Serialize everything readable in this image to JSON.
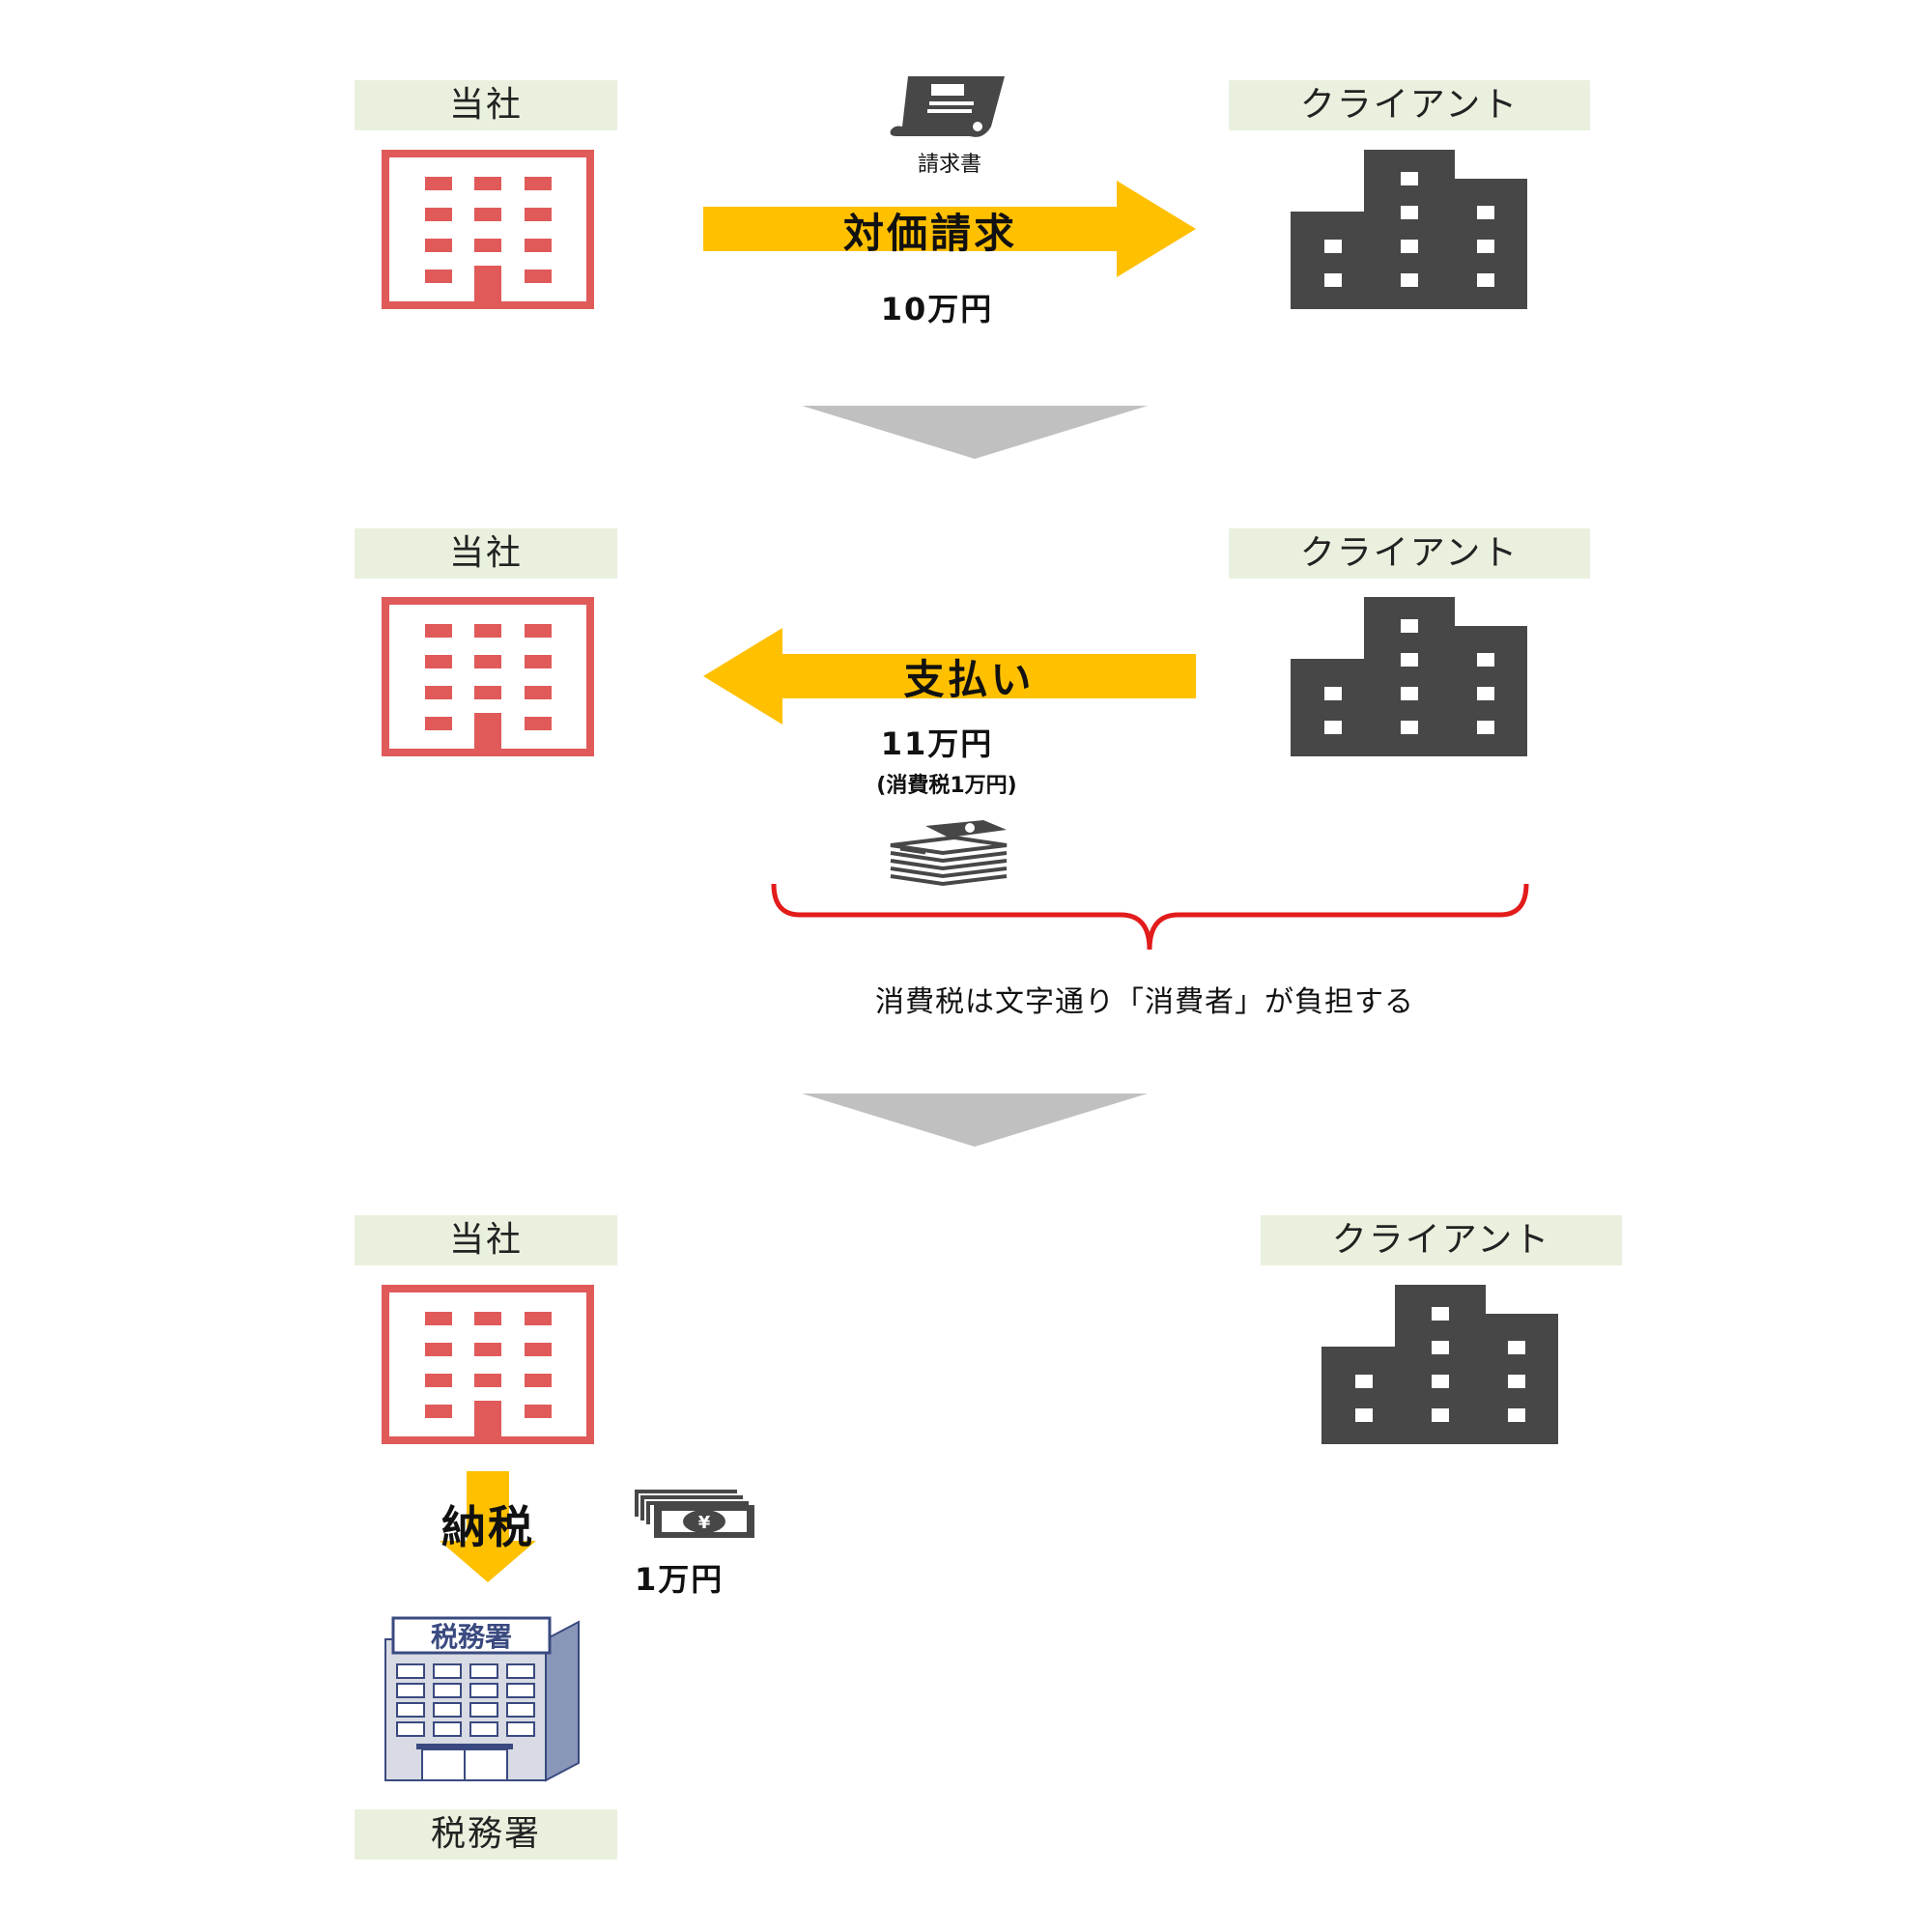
{
  "stage1": {
    "company_label": "当社",
    "client_label": "クライアント",
    "doc_caption": "請求書",
    "arrow_label": "対価請求",
    "amount": "10万円"
  },
  "stage2": {
    "company_label": "当社",
    "client_label": "クライアント",
    "arrow_label": "支払い",
    "amount": "11万円",
    "tax_note": "(消費税1万円)",
    "brace_note": "消費税は文字通り「消費者」が負担する"
  },
  "stage3": {
    "company_label": "当社",
    "client_label": "クライアント",
    "payment_label": "納税",
    "amount": "1万円",
    "yen_symbol": "¥",
    "tax_office_sign": "税務署",
    "tax_office_label": "税務署"
  },
  "colors": {
    "company_red": "#e05a5a",
    "client_dark": "#474747",
    "arrow_yellow": "#ffc000",
    "label_bg": "#e9f1de",
    "down_arrow_gray": "#c0c0c0",
    "brace_red": "#e21b1b"
  }
}
